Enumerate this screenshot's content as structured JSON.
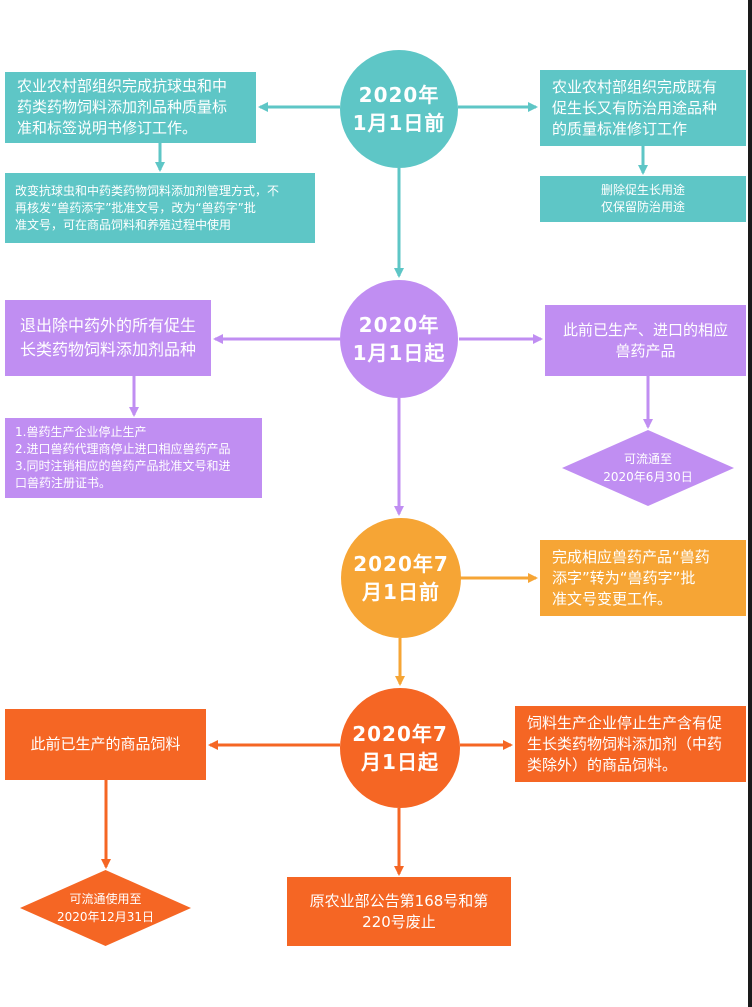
{
  "colors": {
    "teal": "#5ec6c6",
    "purple": "#c08ef2",
    "orange": "#f6a535",
    "red_orange": "#f56624"
  },
  "stage1": {
    "circle_line1": "2020年",
    "circle_line2": "1月1日前",
    "left_box": "农业农村部组织完成抗球虫和中\n药类药物饲料添加剂品种质量标\n准和标签说明书修订工作。",
    "left_sub_box": "改变抗球虫和中药类药物饲料添加剂管理方式，不\n再核发“兽药添字”批准文号，改为“兽药字”批\n准文号，可在商品饲料和养殖过程中使用",
    "right_box": "农业农村部组织完成既有\n促生长又有防治用途品种\n的质量标准修订工作",
    "right_sub_box": "删除促生长用途\n仅保留防治用途"
  },
  "stage2": {
    "circle_line1": "2020年",
    "circle_line2": "1月1日起",
    "left_box": "退出除中药外的所有促生\n长类药物饲料添加剂品种",
    "left_sub_box": "1.兽药生产企业停止生产\n2.进口兽药代理商停止进口相应兽药产品\n3.同时注销相应的兽药产品批准文号和进\n口兽药注册证书。",
    "right_box": "此前已生产、进口的相应\n兽药产品",
    "right_diamond": "可流通至\n2020年6月30日"
  },
  "stage3": {
    "circle_line1": "2020年7",
    "circle_line2": "月1日前",
    "right_box": "完成相应兽药产品“兽药\n添字”转为“兽药字”批\n准文号变更工作。"
  },
  "stage4": {
    "circle_line1": "2020年7",
    "circle_line2": "月1日起",
    "left_box": "此前已生产的商品饲料",
    "left_diamond": "可流通使用至\n2020年12月31日",
    "right_box": "饲料生产企业停止生产含有促\n生长类药物饲料添加剂（中药\n类除外）的商品饲料。",
    "bottom_box": "原农业部公告第168号和第\n220号废止"
  }
}
